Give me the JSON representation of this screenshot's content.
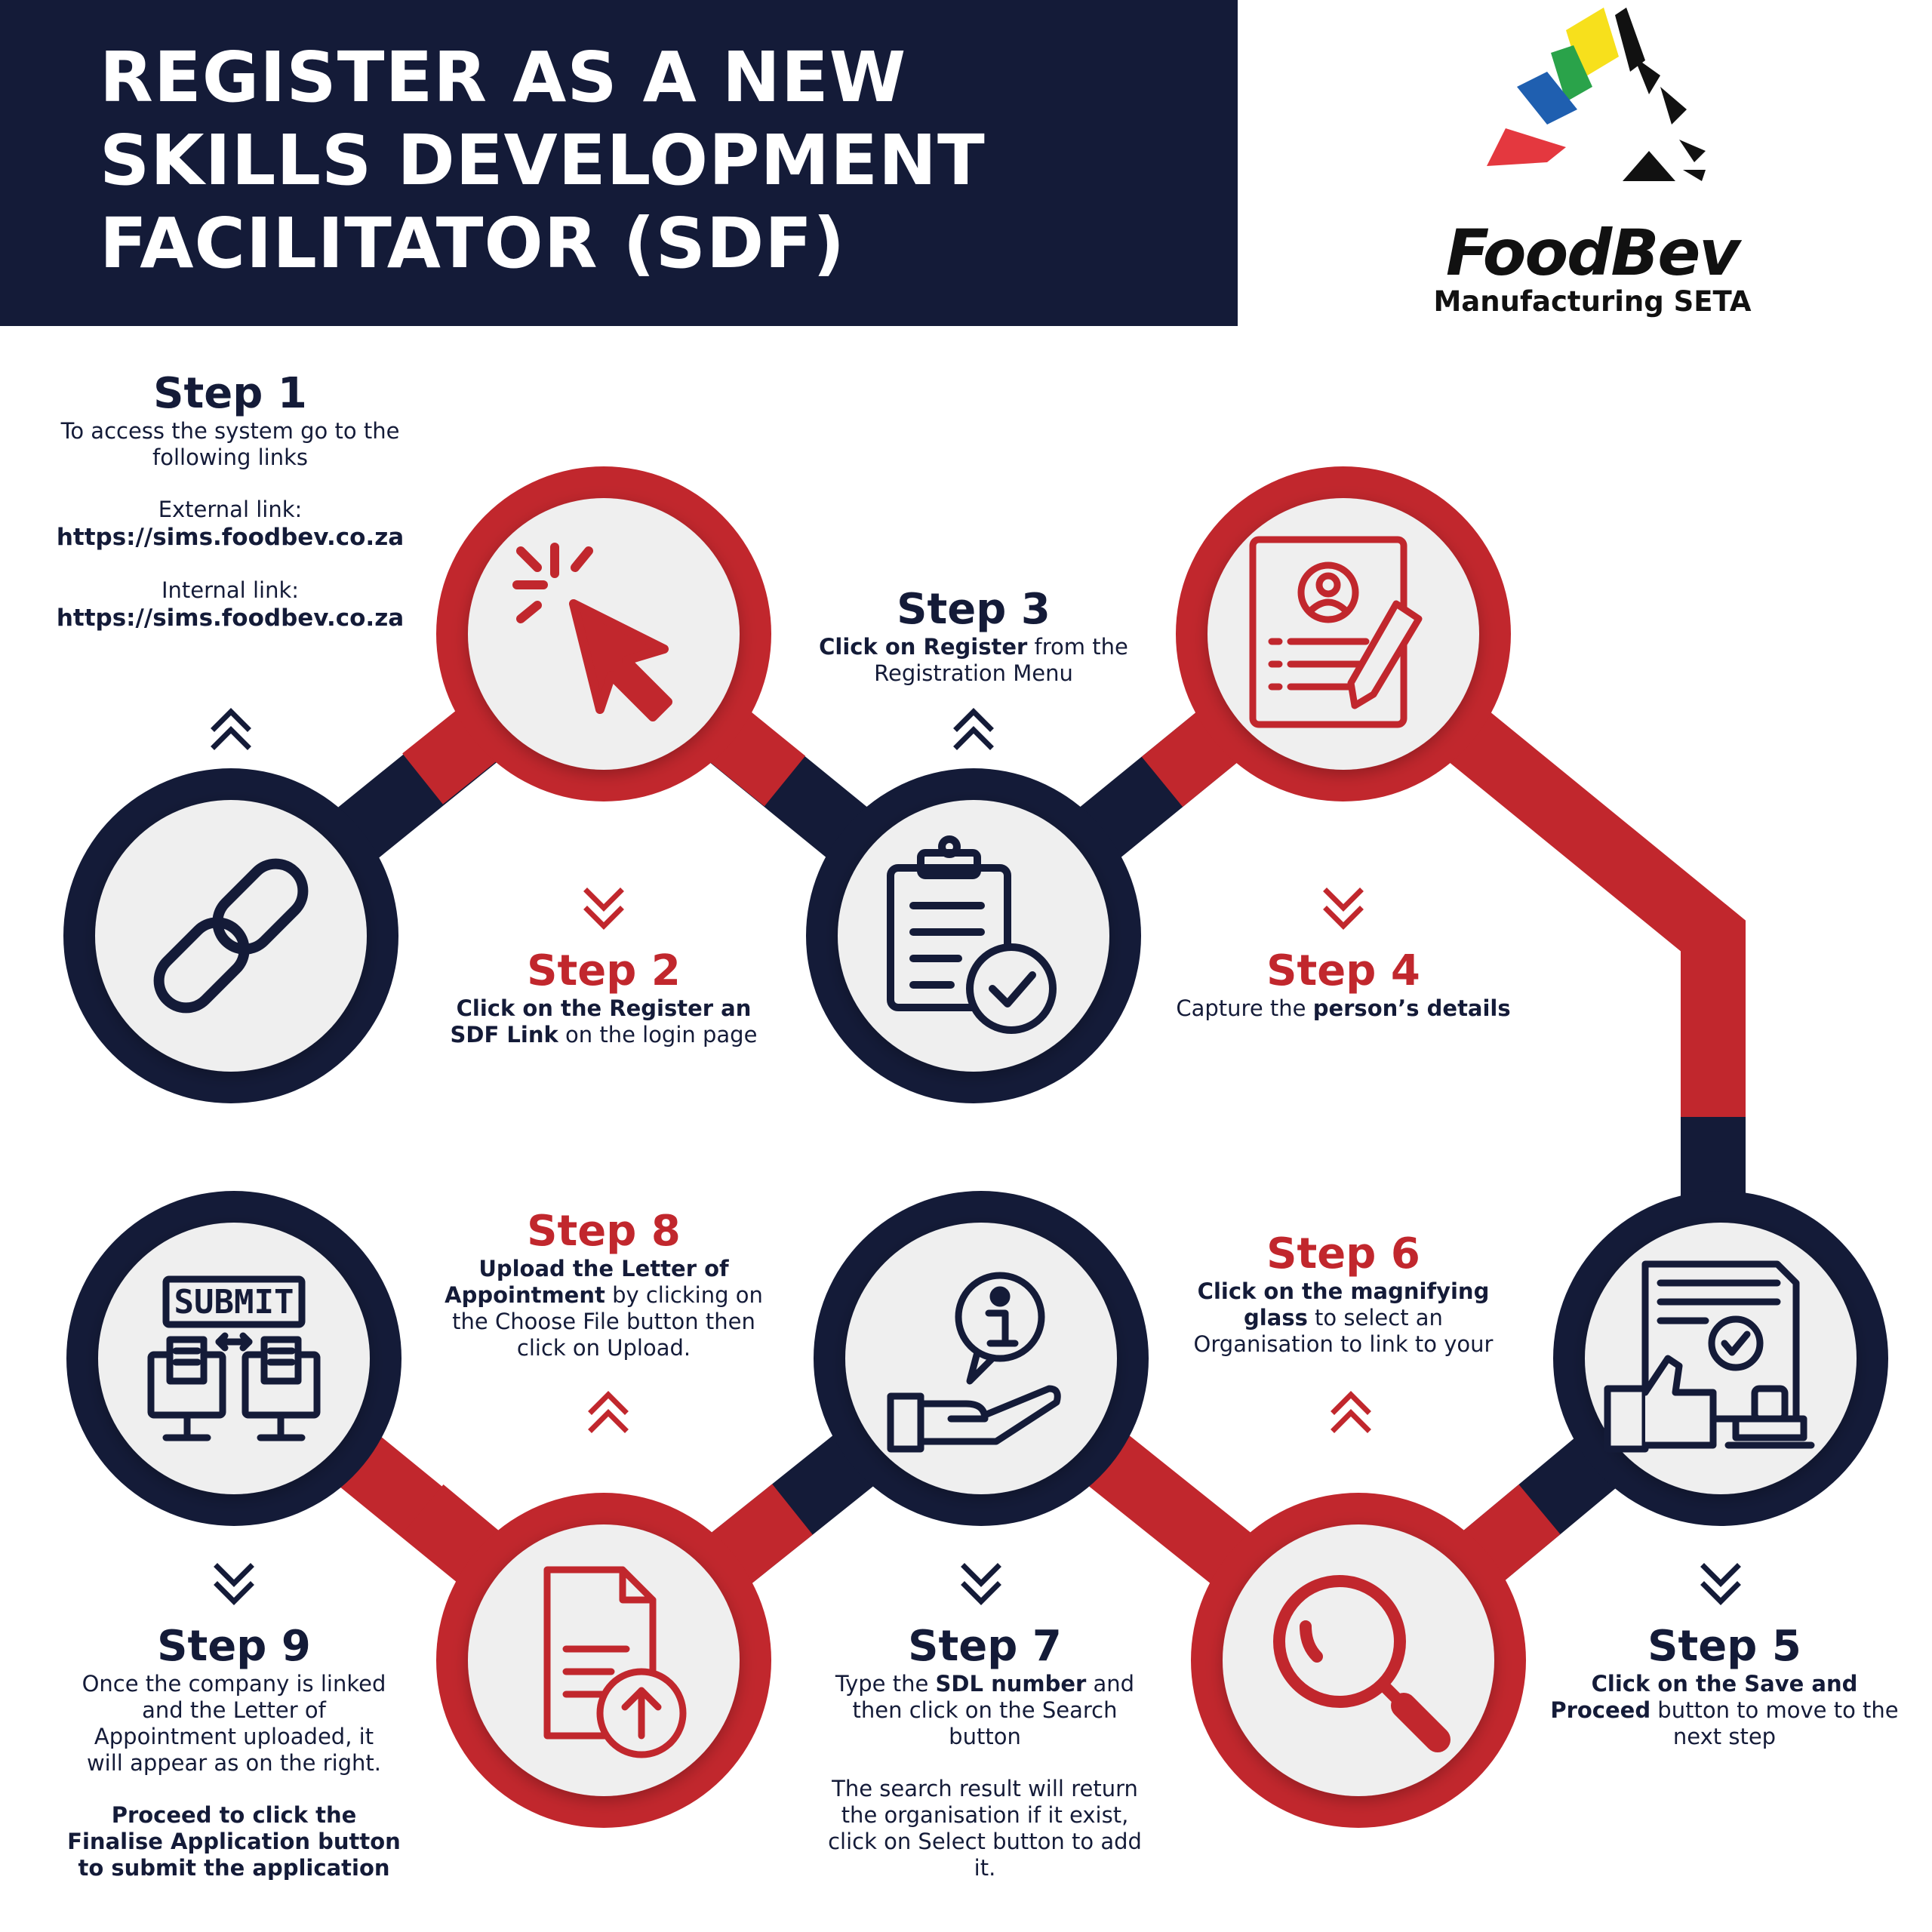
{
  "header": {
    "title_lines": [
      "REGISTER AS A NEW",
      "SKILLS DEVELOPMENT",
      "FACILITATOR (SDF)"
    ]
  },
  "logo": {
    "name": "FoodBev",
    "subtitle": "Manufacturing SETA"
  },
  "colors": {
    "navy": "#141b38",
    "red": "#c1272d",
    "circle_fill": "#efefef"
  },
  "steps": [
    {
      "heading": "Step 1",
      "text": "To access the system go to the following links",
      "external_label": "External link:",
      "external_url": "https://sims.foodbev.co.za",
      "internal_label": "Internal link:",
      "internal_url": "https://sims.foodbev.co.za",
      "icon": "chain-link-icon"
    },
    {
      "heading": "Step 2",
      "bold": "Click on the Register an SDF Link",
      "text": " on the login page",
      "icon": "cursor-click-icon"
    },
    {
      "heading": "Step 3",
      "bold": "Click on Register",
      "text": " from the Registration Menu",
      "icon": "clipboard-check-icon"
    },
    {
      "heading": "Step 4",
      "text": "Capture the ",
      "bold": "person’s details",
      "icon": "profile-form-pencil-icon"
    },
    {
      "heading": "Step 5",
      "bold": "Click on the Save and Proceed",
      "text": " button to move to the next step",
      "icon": "approved-document-stamp-icon"
    },
    {
      "heading": "Step 6",
      "bold": "Click on the magnifying glass",
      "text": " to select an Organisation to link to your",
      "icon": "magnifying-glass-icon"
    },
    {
      "heading": "Step 7",
      "text_a": "Type the ",
      "bold": "SDL number",
      "text_b": " and then click on the Search button",
      "text_c": "The search result will return the organisation if it exist, click on Select button to add it.",
      "icon": "info-hand-icon"
    },
    {
      "heading": "Step 8",
      "bold": "Upload the Letter of Appointment",
      "text": " by clicking on the Choose File button then click on Upload.",
      "icon": "document-upload-icon"
    },
    {
      "heading": "Step 9",
      "text": "Once the company is linked and the Letter of Appointment uploaded, it will appear as on the right.",
      "bold": "Proceed to click the Finalise Application button to submit the application",
      "icon": "submit-computers-icon",
      "icon_label": "SUBMIT"
    }
  ]
}
